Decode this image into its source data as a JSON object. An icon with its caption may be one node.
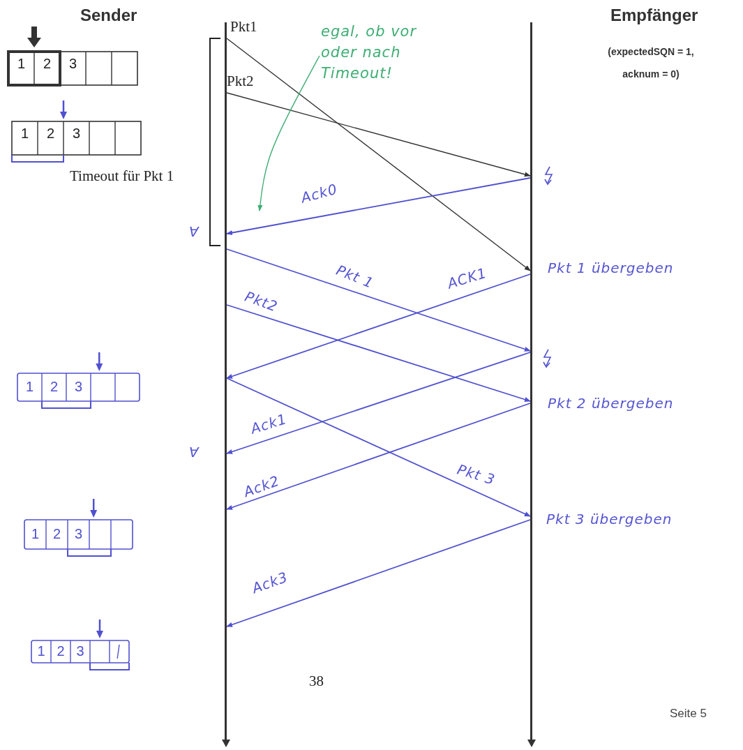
{
  "diagram": {
    "nodes": [
      {
        "text": [],
        "shape": "line"
      },
      {
        "text": [],
        "shape": "line"
      },
      {
        "text": [
          "egal, ob vor oder nach Timeout!"
        ]
      }
    ],
    "edges": [
      {
        "from": 0,
        "to": 1,
        "arrow": "to",
        "label": "Pkt1",
        "color": "#333333"
      },
      {
        "from": 0,
        "to": 1,
        "arrow": "to",
        "label": "Pkt2",
        "color": "#333333"
      },
      {
        "from": 1,
        "to": 0,
        "arrow": "to",
        "label": "Ack0"
      },
      {
        "from": 0,
        "to": 1,
        "arrow": "to",
        "label": "Pkt 1"
      },
      {
        "from": 1,
        "to": 0,
        "arrow": "to",
        "label": "ACK1"
      },
      {
        "from": 0,
        "to": 1,
        "arrow": "to",
        "label": "Pkt2"
      },
      {
        "from": 1,
        "to": 0,
        "arrow": "to",
        "label": "Ack1"
      },
      {
        "from": 0,
        "to": 1,
        "arrow": "to",
        "label": "Pkt 3"
      },
      {
        "from": 1,
        "to": 0,
        "arrow": "to",
        "label": "Ack2"
      },
      {
        "from": 1,
        "to": 0,
        "arrow": "to",
        "label": "Ack3"
      },
      {
        "from": 2,
        "to": null,
        "arrow": "to",
        "color": "#3fae74"
      }
    ],
    "labels": [
      "Sender",
      "Empfänger",
      "(expectedSQN = 1, acknum = 0)",
      "1",
      "2",
      "3",
      "1",
      "2",
      "3",
      "Timeout für Pkt 1",
      "A",
      "Pkt 1 übergeben",
      "1",
      "2",
      "3",
      "Pkt 2 übergeben",
      "A",
      "1",
      "2",
      "3",
      "Pkt 3 übergeben",
      "1",
      "2",
      "3",
      "38",
      "Seite 5"
    ]
  }
}
